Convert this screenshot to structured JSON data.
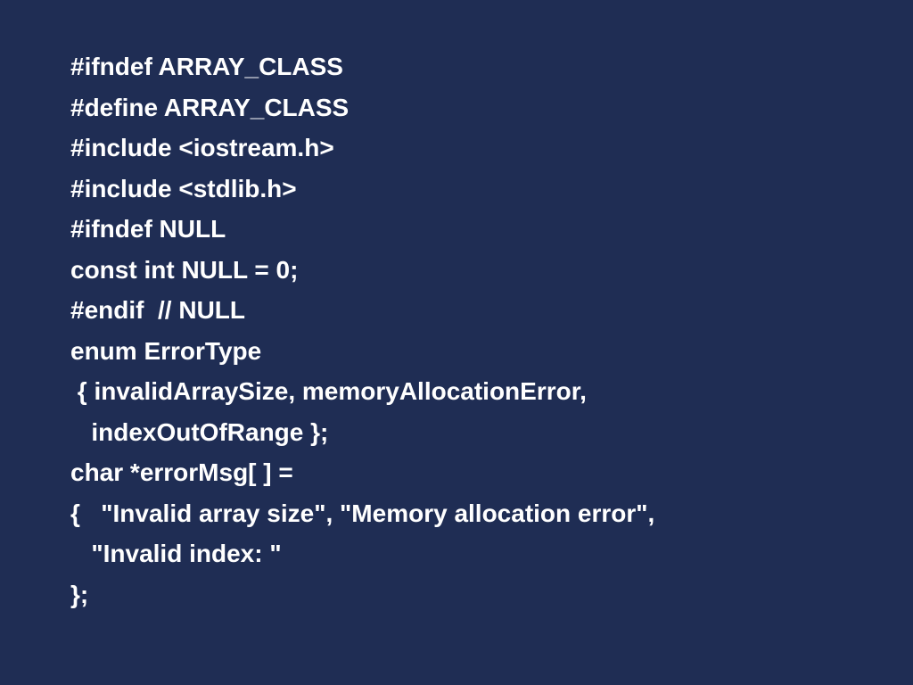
{
  "slide": {
    "code_lines": [
      "#ifndef ARRAY_CLASS",
      "#define ARRAY_CLASS",
      "#include <iostream.h>",
      "#include <stdlib.h>",
      "#ifndef NULL",
      "const int NULL = 0;",
      "#endif  // NULL",
      "enum ErrorType",
      " { invalidArraySize, memoryAllocationError,",
      "   indexOutOfRange };",
      "char *errorMsg[ ] =",
      "{   \"Invalid array size\", \"Memory allocation error\",",
      "   \"Invalid index: \"",
      "};"
    ]
  },
  "colors": {
    "background": "#1f2d54",
    "text": "#ffffff"
  }
}
